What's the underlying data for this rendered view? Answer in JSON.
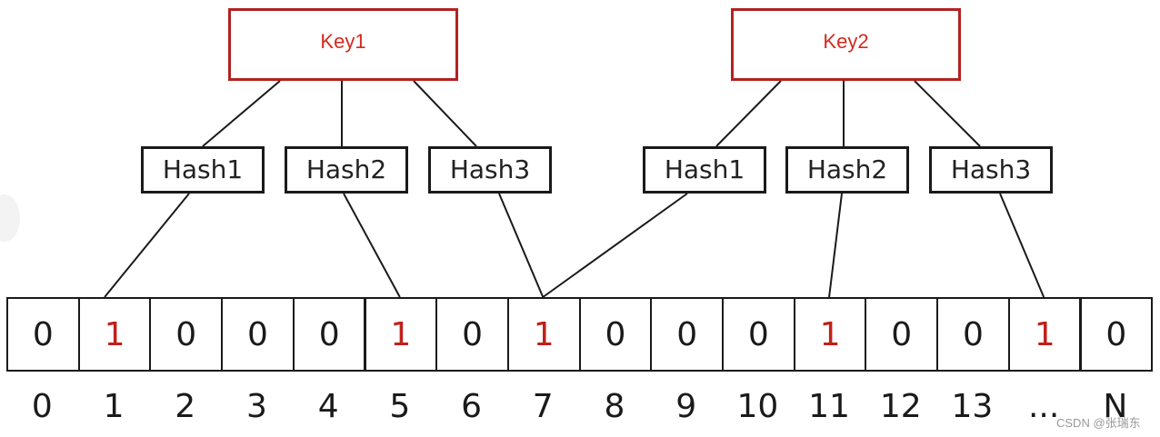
{
  "keys": [
    {
      "id": "key1",
      "label": "Key1"
    },
    {
      "id": "key2",
      "label": "Key2"
    }
  ],
  "hash_functions": [
    {
      "key": "key1",
      "label": "Hash1",
      "target_index": 1
    },
    {
      "key": "key1",
      "label": "Hash2",
      "target_index": 5
    },
    {
      "key": "key1",
      "label": "Hash3",
      "target_index": 7
    },
    {
      "key": "key2",
      "label": "Hash1",
      "target_index": 7
    },
    {
      "key": "key2",
      "label": "Hash2",
      "target_index": 11
    },
    {
      "key": "key2",
      "label": "Hash3",
      "target_index": 14
    }
  ],
  "bit_array": {
    "bits": [
      "0",
      "1",
      "0",
      "0",
      "0",
      "1",
      "0",
      "1",
      "0",
      "0",
      "0",
      "1",
      "0",
      "0",
      "1",
      "0"
    ],
    "indices": [
      "0",
      "1",
      "2",
      "3",
      "4",
      "5",
      "6",
      "7",
      "8",
      "9",
      "10",
      "11",
      "12",
      "13",
      "...",
      "N"
    ]
  },
  "colors": {
    "key_border": "#b22222",
    "key_text": "#d42a1e",
    "set_bit": "#c0201a",
    "line": "#1a1a1a"
  },
  "watermark": "CSDN @张瑞东"
}
